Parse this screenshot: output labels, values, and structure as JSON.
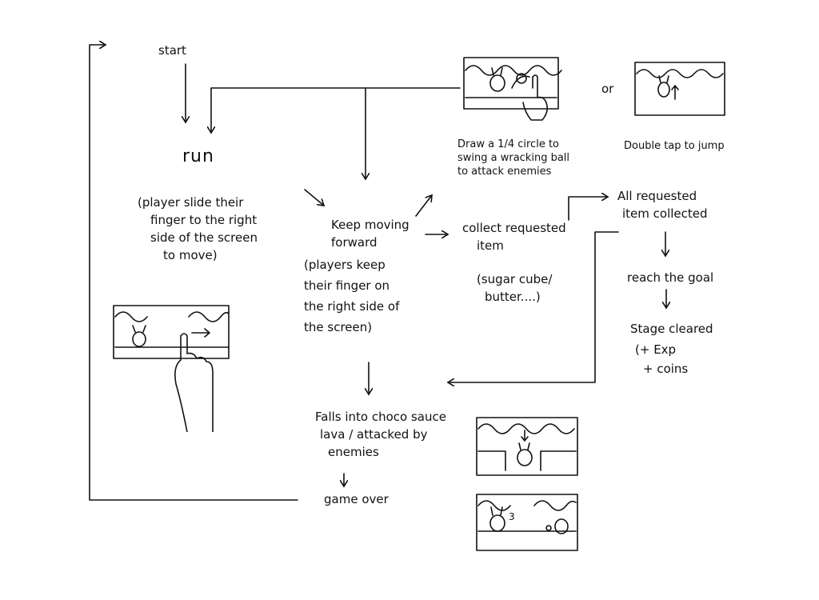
{
  "flow": {
    "start": "start",
    "run": "run",
    "run_desc": [
      "(player slide their",
      "finger to the right",
      "side of the screen",
      "to move)"
    ],
    "keep_moving": [
      "Keep moving",
      "forward",
      "(players keep",
      "their finger on",
      "the right side of",
      "the screen)"
    ],
    "collect": [
      "collect requested",
      "item"
    ],
    "collect_note": [
      "(sugar cube/",
      "butter....)"
    ],
    "attack_caption": [
      "Draw a 1/4 circle to",
      "swing a wracking ball",
      "to attack enemies"
    ],
    "or_label": "or",
    "jump_caption": "Double tap to jump",
    "all_collected": [
      "All requested",
      "item collected"
    ],
    "reach_goal": "reach the goal",
    "stage_cleared": [
      "Stage cleared",
      "(+ Exp",
      "+ coins"
    ],
    "falls": [
      "Falls into choco sauce",
      "lava / attacked by",
      "enemies"
    ],
    "game_over": "game over"
  },
  "sketch_labels": {
    "enemy_hits": "3"
  }
}
